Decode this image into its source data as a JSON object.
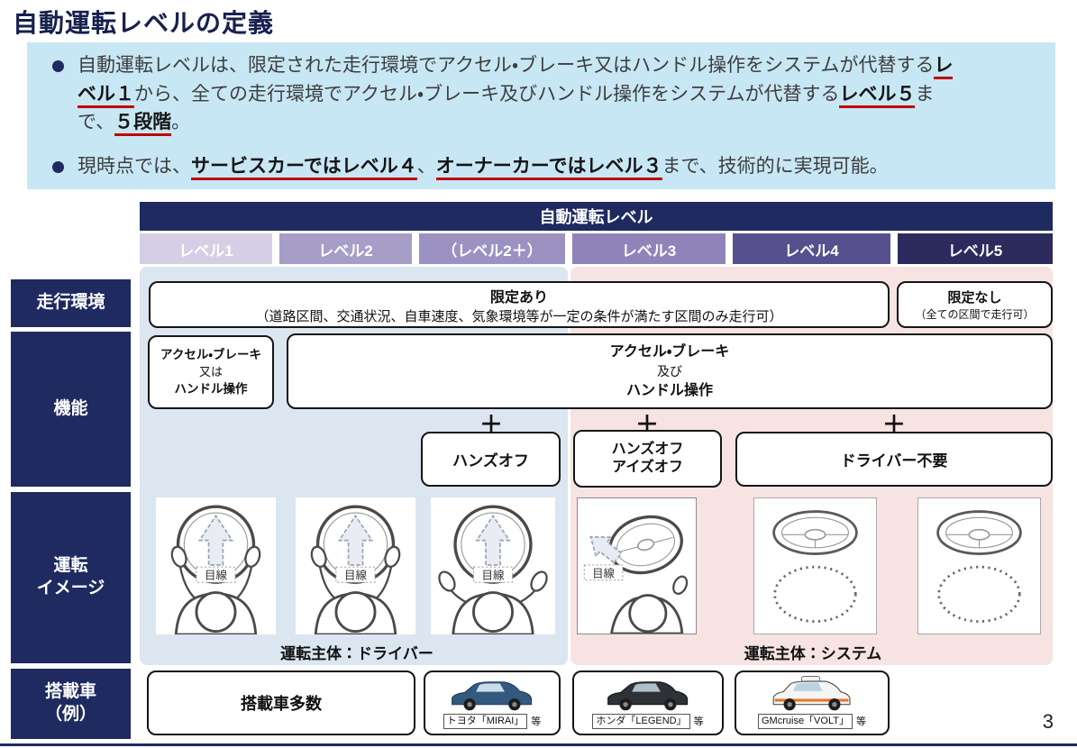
{
  "page": {
    "title": "自動運転レベルの定義",
    "page_number": "3"
  },
  "colors": {
    "navy": "#1e2a60",
    "callout_bg": "#c8e7f5",
    "panel_blue": "#dbe6f1",
    "panel_pink": "#f7e3e2",
    "underline_red": "#c00000"
  },
  "intro": {
    "bullet1": {
      "seg1": "自動運転レベルは、限定された走行環境でアクセル・ブレーキ又はハンドル操作をシステムが代替する",
      "em1": "レベル１",
      "seg2": "から、全ての走行環境でアクセル・ブレーキ及びハンドル操作をシステムが代替する",
      "em2": "レベル５",
      "seg3": "まで、",
      "em3": "５段階",
      "seg4": "。"
    },
    "bullet2": {
      "seg1": "現時点では、",
      "em1": "サービスカーではレベル４",
      "seg2": "、",
      "em2": "オーナーカーではレベル３",
      "seg3": "まで、技術的に実現可能。"
    }
  },
  "table": {
    "header": "自動運転レベル",
    "levels": [
      {
        "label": "レベル1",
        "color": "#d5cfe6"
      },
      {
        "label": "レベル2",
        "color": "#a79ec8"
      },
      {
        "label": "（レベル2＋）",
        "color": "#9c92c2"
      },
      {
        "label": "レベル3",
        "color": "#8f84ba"
      },
      {
        "label": "レベル4",
        "color": "#57508f"
      },
      {
        "label": "レベル5",
        "color": "#2d2a5e"
      }
    ],
    "row_labels": {
      "environment": "走行環境",
      "function": "機能",
      "image_l1": "運転",
      "image_l2": "イメージ",
      "vehicle_l1": "搭載車",
      "vehicle_l2": "（例）"
    },
    "environment": {
      "limited_title": "限定あり",
      "limited_desc": "（道路区間、交通状況、自車速度、気象環境等が一定の条件が満たす区間のみ走行可）",
      "unlimited_title": "限定なし",
      "unlimited_desc": "（全ての区間で走行可）"
    },
    "function": {
      "or_line1": "アクセル・ブレーキ",
      "or_line2": "又は",
      "or_line3": "ハンドル操作",
      "and_line1": "アクセル・ブレーキ",
      "and_line2": "及び",
      "and_line3": "ハンドル操作",
      "plus": "＋",
      "hands_off": "ハンズオフ",
      "hands_eyes_line1": "ハンズオフ",
      "hands_eyes_line2": "アイズオフ",
      "driver_free": "ドライバー不要"
    },
    "driving": {
      "gaze": "目線",
      "driver_subject": "運転主体：ドライバー",
      "system_subject": "運転主体：システム"
    },
    "vehicles": {
      "many": "搭載車多数",
      "mirai_name": "トヨタ「MIRAI」",
      "mirai_suffix": "等",
      "legend_name": "ホンダ「LEGEND」",
      "legend_suffix": "等",
      "volt_name": "GMcruise「VOLT」",
      "volt_suffix": "等"
    }
  }
}
